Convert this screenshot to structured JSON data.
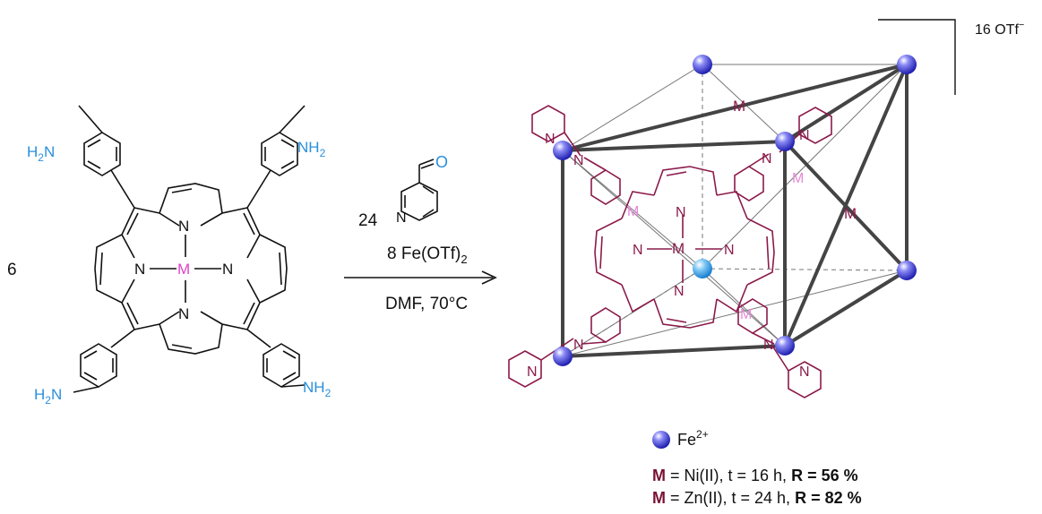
{
  "reactant": {
    "coefficient": "6",
    "amino_label": "NH",
    "amino_label_left": "H",
    "amino_label_left_tail": "N",
    "subscript_2": "2",
    "nitrogen": "N",
    "metal": "M"
  },
  "reagents": {
    "aldehyde_equiv": "24",
    "ring_nitrogen": "N",
    "aldehyde_oxygen": "O",
    "iron_salt": "8 Fe(OTf)",
    "iron_salt_sub": "2",
    "conditions": "DMF,  70°C"
  },
  "product": {
    "counterion": "16 OTf",
    "counterion_charge": "−",
    "cage_metal": "M",
    "imine_nitrogen": "N",
    "pyridine_nitrogen": "N",
    "pyrrole_nitrogen": "N"
  },
  "legend": {
    "fe_label": "Fe",
    "fe_charge": "2+",
    "row1": {
      "m": "M",
      "text": " = Ni(II), t = 16 h, ",
      "result": "R = 56 %"
    },
    "row2": {
      "m": "M",
      "text": " = Zn(II), t = 24 h, ",
      "result": "R = 82 %"
    }
  },
  "colors": {
    "amine_blue": "#2a8fdc",
    "metal_magenta": "#e040c8",
    "cage_maroon": "#8b1a4a",
    "legend_maroon": "#7a1035",
    "fe_sphere": "#3d3de0"
  }
}
